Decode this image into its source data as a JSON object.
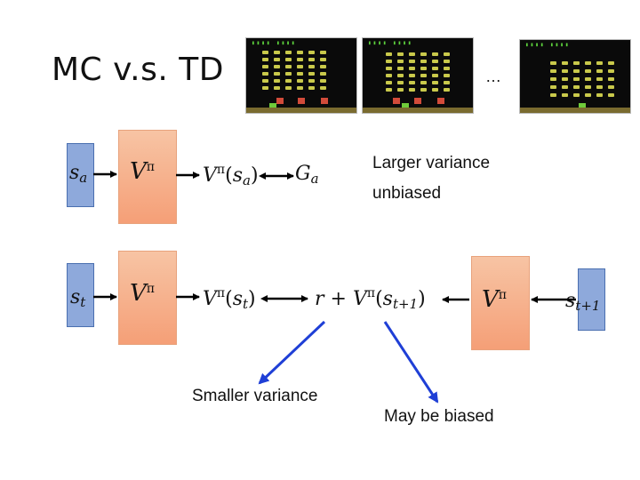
{
  "title": "MC v.s. TD",
  "ellipsis": "…",
  "mc": {
    "state": {
      "main": "s",
      "sub": "a"
    },
    "v_box": {
      "main": "V",
      "sup": "π"
    },
    "output": {
      "main": "V",
      "sup": "π",
      "arg": "s",
      "argsub": "a"
    },
    "target": {
      "main": "G",
      "sub": "a"
    },
    "notes": [
      "Larger variance",
      "unbiased"
    ]
  },
  "td": {
    "state": {
      "main": "s",
      "sub": "t"
    },
    "v_box": {
      "main": "V",
      "sup": "π"
    },
    "output": {
      "main": "V",
      "sup": "π",
      "arg": "s",
      "argsub": "t"
    },
    "target": {
      "r": "r",
      "plus": "+",
      "main": "V",
      "sup": "π",
      "arg": "s",
      "argsub": "t+1"
    },
    "v_box_right": {
      "main": "V",
      "sup": "π"
    },
    "next_state": {
      "main": "s",
      "sub": "t+1"
    },
    "note_left": "Smaller variance",
    "note_right": "May be biased"
  },
  "colors": {
    "state_box": "#8ea9db",
    "v_box": "#f59f77",
    "arrow_blue": "#1f3fd6",
    "arrow_black": "#000000"
  }
}
